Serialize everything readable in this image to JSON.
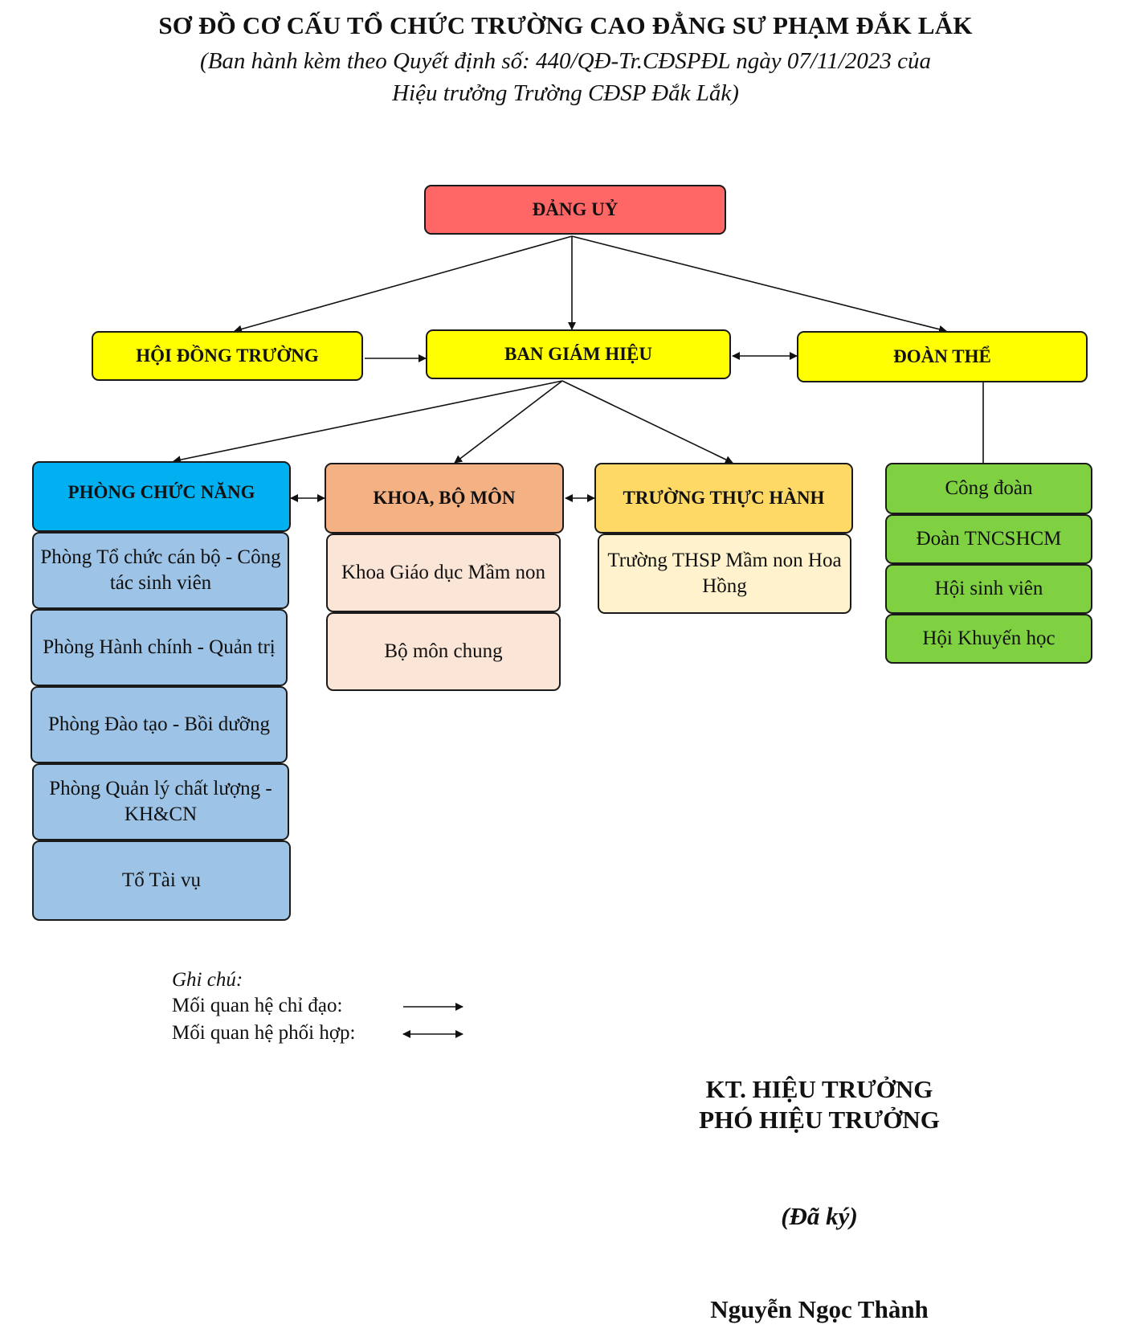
{
  "header": {
    "title": "SƠ ĐỒ CƠ CẤU TỔ CHỨC TRƯỜNG CAO ĐẲNG SƯ PHẠM ĐẮK LẮK",
    "subtitle_line1": "(Ban hành kèm theo Quyết định số: 440/QĐ-Tr.CĐSPĐL ngày 07/11/2023 của",
    "subtitle_line2": "Hiệu trưởng Trường CĐSP Đắk Lắk)"
  },
  "nodes": {
    "dang_uy": "ĐẢNG UỶ",
    "hoi_dong_truong": "HỘI ĐỒNG TRƯỜNG",
    "ban_giam_hieu": "BAN GIÁM HIỆU",
    "doan_the": "ĐOÀN THỂ",
    "phong_chuc_nang": "PHÒNG CHỨC NĂNG",
    "khoa_bo_mon": "KHOA, BỘ MÔN",
    "truong_thuc_hanh": "TRƯỜNG THỰC HÀNH"
  },
  "phong_items": [
    "Phòng Tổ chức cán bộ - Công tác sinh viên",
    "Phòng Hành chính - Quản trị",
    "Phòng Đào tạo - Bồi dưỡng",
    "Phòng Quản lý chất lượng - KH&CN",
    "Tổ Tài vụ"
  ],
  "khoa_items": [
    "Khoa Giáo dục Mầm non",
    "Bộ môn chung"
  ],
  "thuc_hanh_items": [
    "Trường THSP Mầm non Hoa Hồng"
  ],
  "doan_the_items": [
    "Công đoàn",
    "Đoàn TNCSHCM",
    "Hội sinh viên",
    "Hội Khuyến học"
  ],
  "legend": {
    "title": "Ghi chú:",
    "directive": "Mối quan hệ chỉ đạo:",
    "cooperative": "Mối quan hệ phối hợp:"
  },
  "signature": {
    "line1": "KT. HIỆU TRƯỞNG",
    "line2": "PHÓ HIỆU TRƯỞNG",
    "signed": "(Đã ký)",
    "name": "Nguyễn Ngọc Thành"
  },
  "colors": {
    "dang_uy": "#ff6666",
    "level2": "#ffff00",
    "phong_header": "#00b0f0",
    "phong_item": "#9dc3e6",
    "khoa_header": "#f4b183",
    "khoa_item": "#fbe5d6",
    "thuc_hanh_header": "#ffd966",
    "thuc_hanh_item": "#fff2cc",
    "doan_the_item": "#7fd142"
  }
}
